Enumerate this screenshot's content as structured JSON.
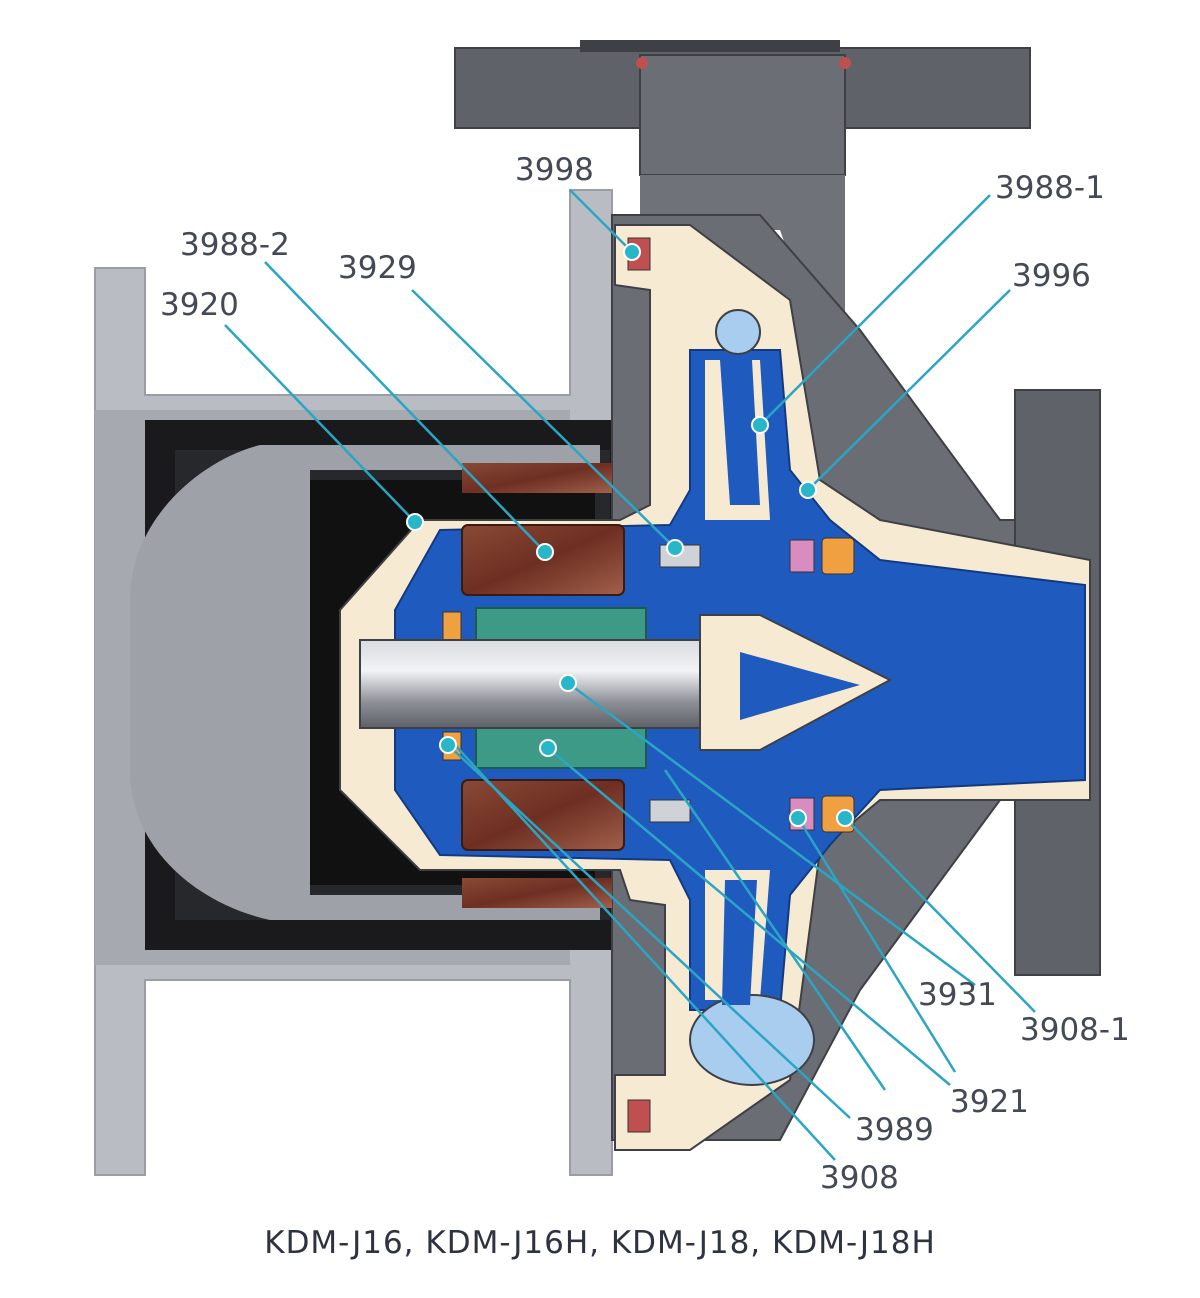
{
  "caption": "KDM-J16, KDM-J16H, KDM-J18, KDM-J18H",
  "labels": {
    "l3998": "3998",
    "l3988_1": "3988-1",
    "l3988_2": "3988-2",
    "l3929": "3929",
    "l3996": "3996",
    "l3920": "3920",
    "l3931": "3931",
    "l3908_1": "3908-1",
    "l3921": "3921",
    "l3989": "3989",
    "l3908": "3908"
  },
  "colors": {
    "casing": "#8d9097",
    "casing_dark": "#5c5f66",
    "outer_bracket": "#b9bcc2",
    "beige": "#f7ead2",
    "blue_fluid": "#1f5bbf",
    "blue_light": "#a8cdef",
    "magnet_brown": "#7a3a2a",
    "magnet_green": "#3c9a86",
    "shaft": "#a9acb3",
    "black": "#111111",
    "leader": "#2aa6c4",
    "dot": "#27b7c9",
    "ring_pink": "#d98cc0",
    "ring_orange": "#f0a040",
    "oring_red": "#c05050"
  }
}
